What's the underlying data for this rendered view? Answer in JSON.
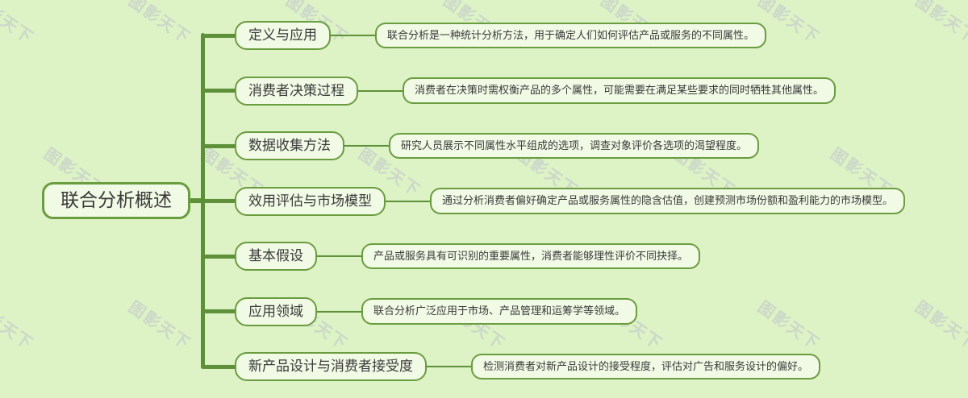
{
  "root": {
    "label": "联合分析概述"
  },
  "branches": [
    {
      "label": "定义与应用",
      "detail": "联合分析是一种统计分析方法，用于确定人们如何评估产品或服务的不同属性。"
    },
    {
      "label": "消费者决策过程",
      "detail": "消费者在决策时需权衡产品的多个属性，可能需要在满足某些要求的同时牺牲其他属性。"
    },
    {
      "label": "数据收集方法",
      "detail": "研究人员展示不同属性水平组成的选项，调查对象评价各选项的渴望程度。"
    },
    {
      "label": "效用评估与市场模型",
      "detail": "通过分析消费者偏好确定产品或服务属性的隐含估值，创建预测市场份额和盈利能力的市场模型。"
    },
    {
      "label": "基本假设",
      "detail": "产品或服务具有可识别的重要属性，消费者能够理性评价不同抉择。"
    },
    {
      "label": "应用领域",
      "detail": "联合分析广泛应用于市场、产品管理和运筹学等领域。"
    },
    {
      "label": "新产品设计与消费者接受度",
      "detail": "检测消费者对新产品设计的接受程度，评估对广告和服务设计的偏好。"
    }
  ],
  "watermark": {
    "text": "图影天下"
  },
  "colors": {
    "background": "#ddf2c5",
    "node_fill": "#f1fae5",
    "node_border": "#6a9c40",
    "line": "#5d9038",
    "text": "#3a3a3a",
    "watermark": "#b9b9cf"
  }
}
